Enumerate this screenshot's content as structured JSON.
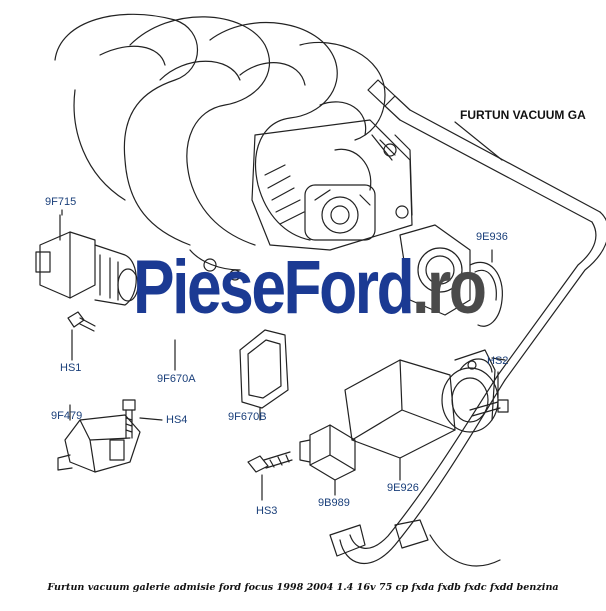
{
  "brand": {
    "part_a": "PieseFord",
    "part_b": ".ro",
    "color_a": "#1b3a93",
    "color_b": "#4a4a4a"
  },
  "callout_top": "FURTUN VACUUM GA",
  "labels": {
    "l9f715": "9F715",
    "hs1": "HS1",
    "l9f670a": "9F670A",
    "l9f479": "9F479",
    "hs4": "HS4",
    "l9f670b": "9F670B",
    "hs3": "HS3",
    "l9b989": "9B989",
    "l9e926": "9E926",
    "l9e936": "9E936",
    "hs2": "HS2"
  },
  "caption": "Furtun vacuum galerie admisie ford focus 1998 2004 1.4 16v 75 cp fxda fxdb fxdc fxdd benzina",
  "colors": {
    "label": "#1a3f7a",
    "line": "#222222"
  }
}
